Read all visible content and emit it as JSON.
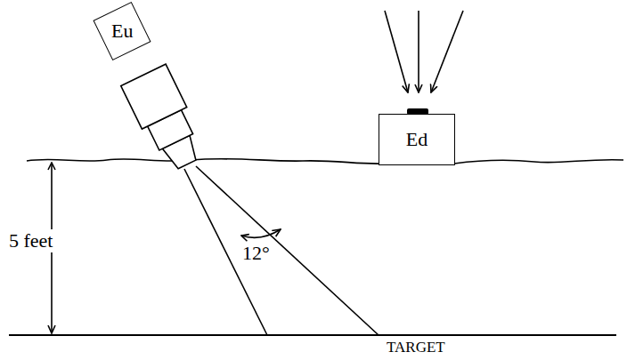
{
  "diagram": {
    "nodes": [
      {
        "text": [
          "Eu"
        ]
      },
      {
        "text": [
          "Ed"
        ]
      }
    ],
    "labels": [
      "5 feet",
      "12°",
      "TARGET"
    ]
  }
}
